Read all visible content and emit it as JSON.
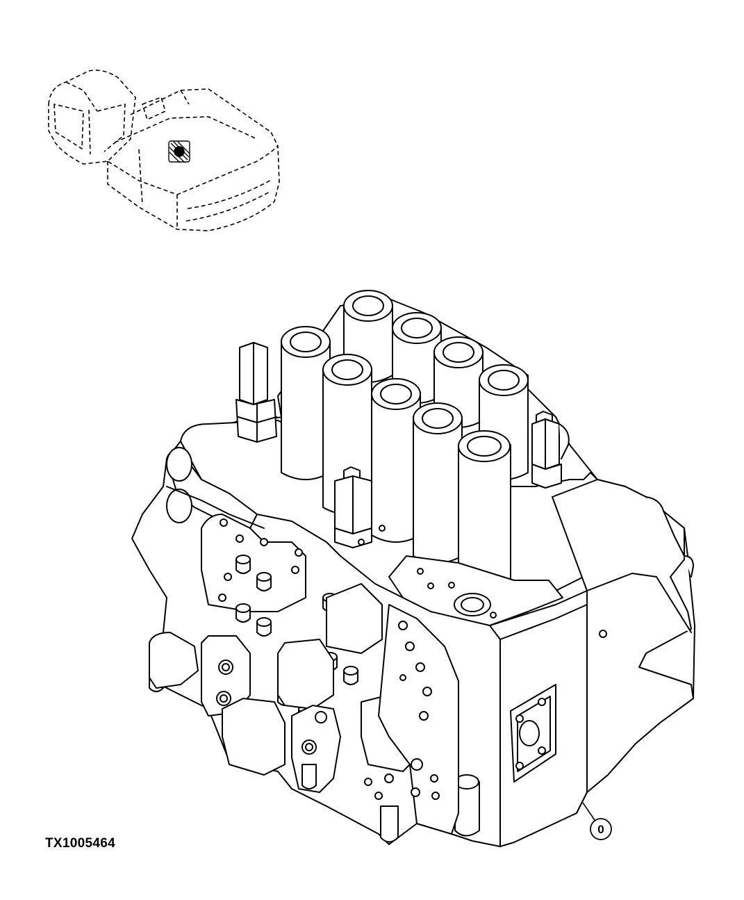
{
  "figure": {
    "id": "TX1005464",
    "callouts": [
      {
        "label": "0",
        "target": "control-valve"
      }
    ]
  },
  "colors": {
    "line": "#000000",
    "background": "#ffffff"
  },
  "icons": {
    "locator": "excavator-outline-icon",
    "part": "control-valve-icon"
  }
}
